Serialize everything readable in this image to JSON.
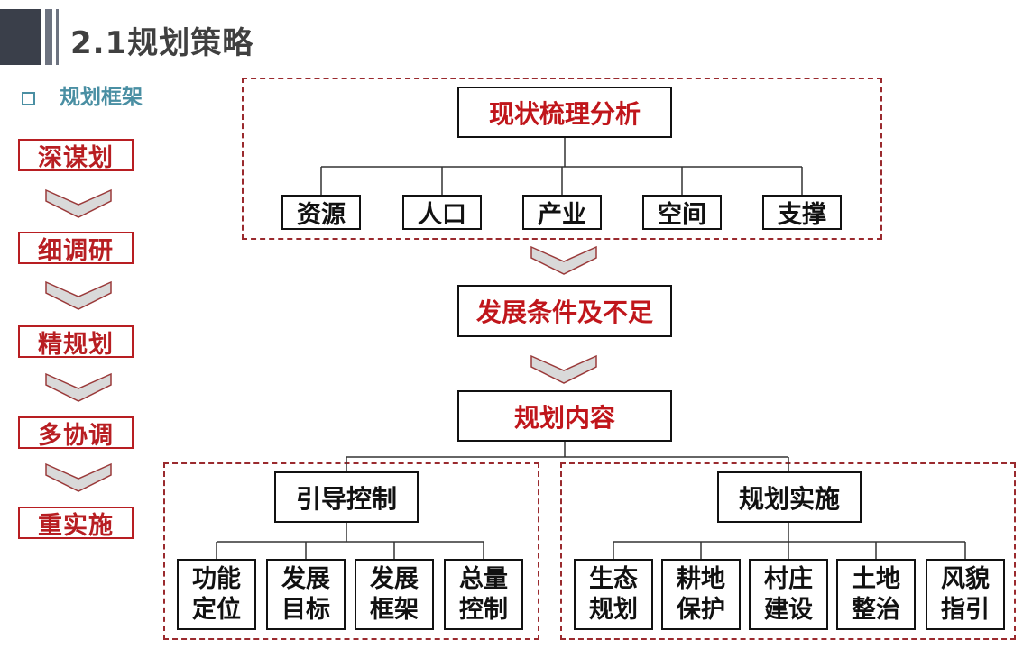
{
  "header": {
    "title": "2.1规划策略",
    "subtitle": "规划框架",
    "bar_colors": [
      "#3a3f4a",
      "#6d7380"
    ]
  },
  "left_steps": [
    "深谋划",
    "细调研",
    "精规划",
    "多协调",
    "重实施"
  ],
  "diagram": {
    "top": {
      "title": "现状梳理分析",
      "children": [
        "资源",
        "人口",
        "产业",
        "空间",
        "支撑"
      ]
    },
    "middle": "发展条件及不足",
    "content": "规划内容",
    "guidance": {
      "title": "引导控制",
      "children": [
        [
          "功能",
          "定位"
        ],
        [
          "发展",
          "目标"
        ],
        [
          "发展",
          "框架"
        ],
        [
          "总量",
          "控制"
        ]
      ]
    },
    "implementation": {
      "title": "规划实施",
      "children": [
        [
          "生态",
          "规划"
        ],
        [
          "耕地",
          "保护"
        ],
        [
          "村庄",
          "建设"
        ],
        [
          "土地",
          "整治"
        ],
        [
          "风貌",
          "指引"
        ]
      ]
    }
  },
  "colors": {
    "accent_red": "#c0161b",
    "step_border": "#b81e22",
    "dashed_border": "#9a2a2e",
    "subtitle_teal": "#4a8fa3",
    "chevron_fill": "#d9d9d9",
    "chevron_stroke": "#9a3a3a"
  }
}
